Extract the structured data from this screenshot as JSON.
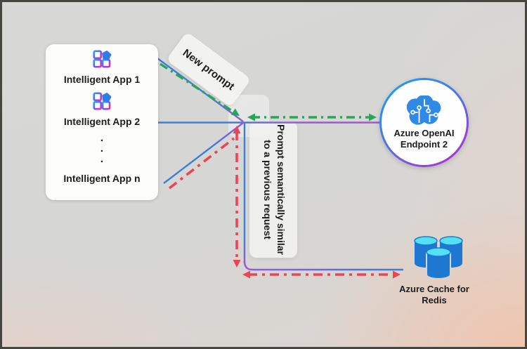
{
  "colors": {
    "blue": "#3a7fd9",
    "purple": "#9b59d0",
    "magenta_purple": "#ae4fd2",
    "green": "#28a558",
    "red": "#ee4352",
    "app_grad_start": "#29a0f4",
    "app_grad_mid": "#6a5cf5",
    "app_grad_end": "#ee2d9a",
    "pentagon_blue": "#2e7de5",
    "openai_blue": "#2e8ae6",
    "redis_blue": "#1e78d2",
    "redis_cyan": "#54e0f5",
    "background_gray": "#d6d7d5",
    "background_warm": "#f0cfc0"
  },
  "apps_panel": {
    "items": [
      "Intelligent App 1",
      "Intelligent App 2"
    ],
    "ellipsis": ".\n.\n.",
    "last_item": "Intelligent App n"
  },
  "labels": {
    "new_prompt": "New prompt",
    "similar_line1": "Prompt semantically similar",
    "similar_line2": "to a previous request"
  },
  "endpoint": {
    "name_line1": "Azure OpenAI",
    "name_line2": "Endpoint 2"
  },
  "redis": {
    "name_line1": "Azure Cache for",
    "name_line2": "Redis"
  }
}
